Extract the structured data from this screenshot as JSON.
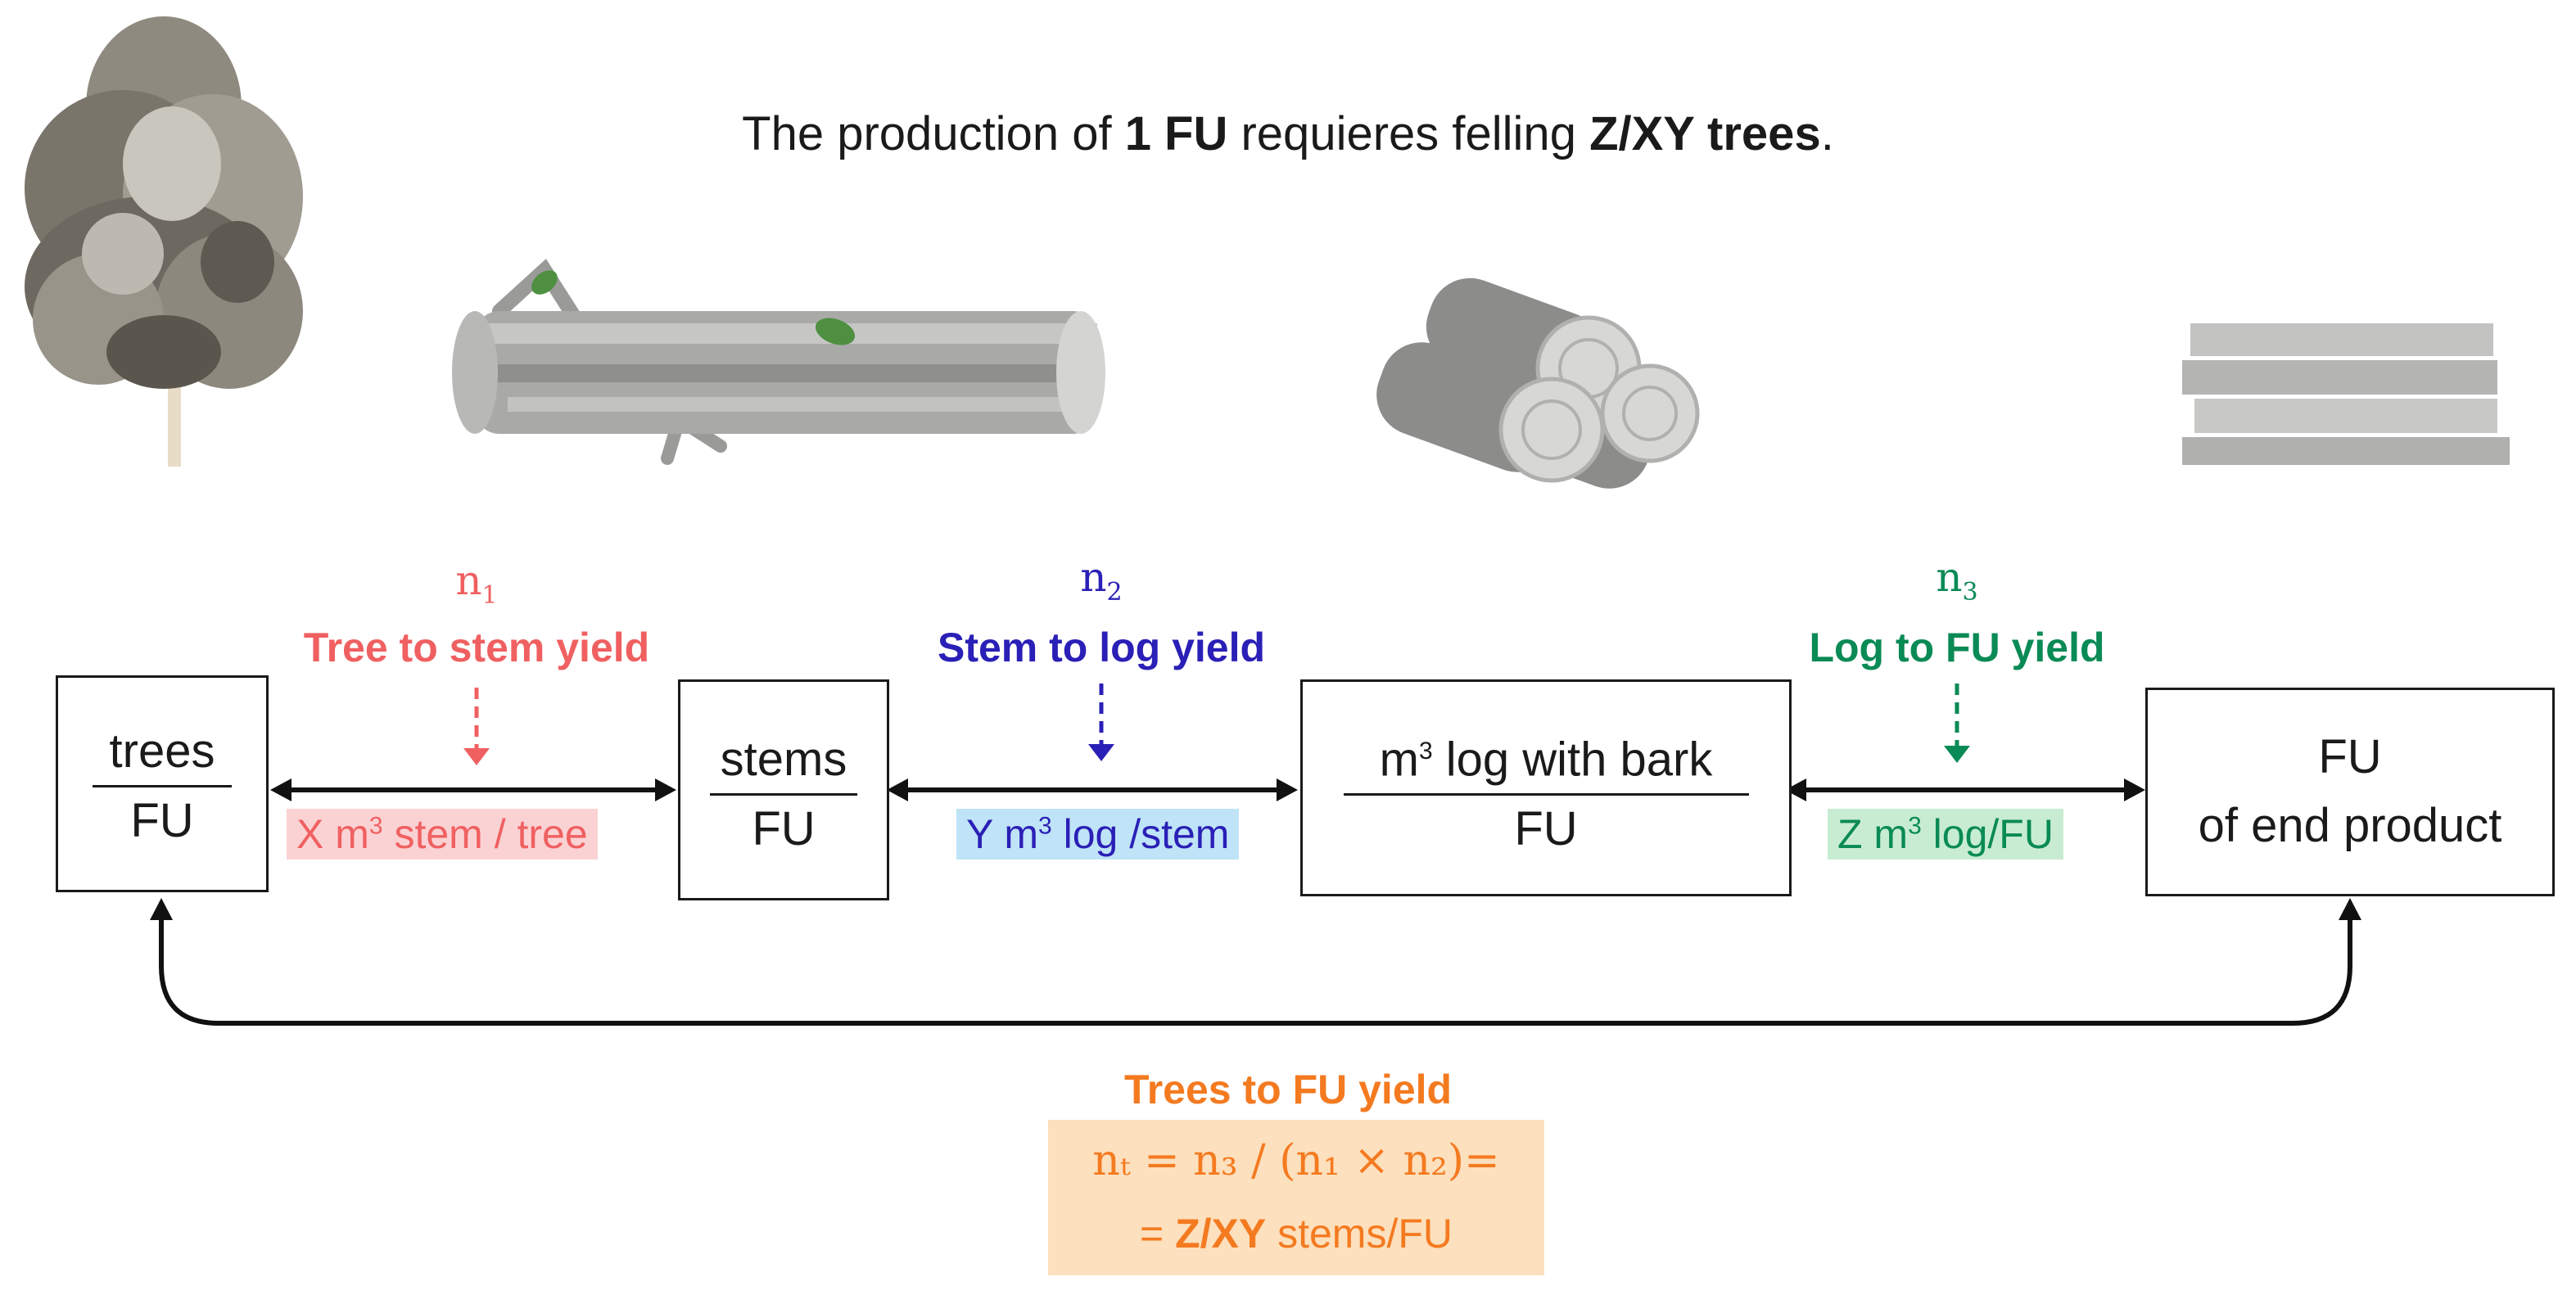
{
  "title": {
    "prefix": "The production of ",
    "bold1": "1 FU",
    "middle": " requieres felling ",
    "bold2": "Z/XY trees",
    "suffix": "."
  },
  "boxes": {
    "trees": {
      "numerator": "trees",
      "denominator": "FU"
    },
    "stems": {
      "numerator": "stems",
      "denominator": "FU"
    },
    "log": {
      "numerator_sup": "3",
      "numerator_pre": "m",
      "numerator_post": " log with bark",
      "denominator": "FU"
    },
    "fu": {
      "line1": "FU",
      "line2": "of end product"
    }
  },
  "yields": [
    {
      "symbol": "n",
      "sub": "1",
      "label": "Tree to stem yield",
      "factor_pre": "X m",
      "factor_sup": "3",
      "factor_post": " stem / tree",
      "color": "#f06061"
    },
    {
      "symbol": "n",
      "sub": "2",
      "label": "Stem to log yield",
      "factor_pre": "Y m",
      "factor_sup": "3",
      "factor_post": " log /stem",
      "color": "#2a1fb6"
    },
    {
      "symbol": "n",
      "sub": "3",
      "label": "Log to FU yield",
      "factor_pre": "Z m",
      "factor_sup": "3",
      "factor_post": " log/FU",
      "color": "#0a8a55"
    }
  ],
  "total": {
    "label": "Trees to FU yield",
    "formula": "nₜ = n₃ / (n₁ × n₂)=",
    "result_prefix": "= ",
    "result_bold": "Z/XY",
    "result_suffix": " stems/FU",
    "color": "#f47a20"
  },
  "icons": [
    "tree-icon",
    "stem-log-icon",
    "log-pile-icon",
    "lumber-planks-icon"
  ]
}
